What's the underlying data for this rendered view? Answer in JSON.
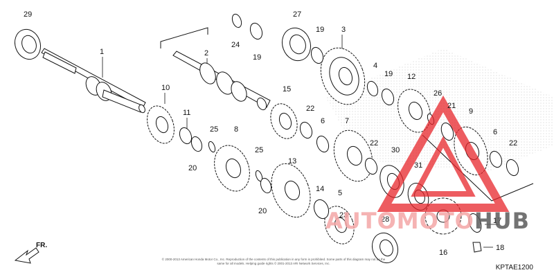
{
  "callouts": [
    "29",
    "1",
    "2",
    "24",
    "19",
    "27",
    "19",
    "3",
    "4",
    "19",
    "12",
    "10",
    "11",
    "25",
    "20",
    "8",
    "25",
    "20",
    "15",
    "22",
    "6",
    "7",
    "22",
    "13",
    "14",
    "5",
    "23",
    "30",
    "31",
    "26",
    "21",
    "9",
    "6",
    "22",
    "28",
    "16",
    "17",
    "18"
  ],
  "front_label": "FR.",
  "diagram_code": "KPTAE1200",
  "copyright": "© 2000-2013 American Honda Motor Co., Inc. Reproduction of the contents of this publication in any form is prohibited. Some parts of this diagram may not be the same for all models. Helping guide rights © 2001-2013 ARI Network Services, Inc.",
  "watermark": {
    "left": "AUTOMOTO",
    "right": "HUB",
    "color_left": "#f4a6a6",
    "color_right": "#5b5b5b",
    "logo_color": "#e8262b"
  }
}
